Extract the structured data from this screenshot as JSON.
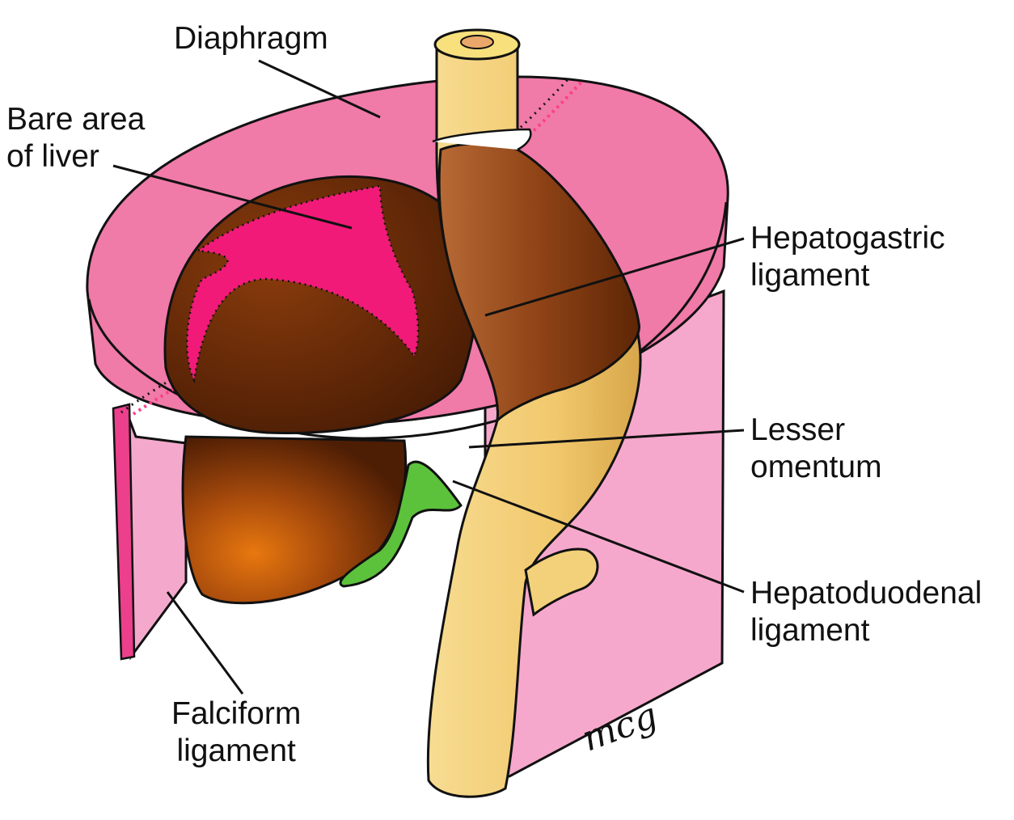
{
  "labels": {
    "diaphragm": "Diaphragm",
    "bare_area": [
      "Bare area",
      "of liver"
    ],
    "hepatogastric": [
      "Hepatogastric",
      "ligament"
    ],
    "lesser_omentum": [
      "Lesser",
      "omentum"
    ],
    "hepatoduodenal": [
      "Hepatoduodenal",
      "ligament"
    ],
    "falciform": [
      "Falciform",
      "ligament"
    ]
  },
  "signature": "mcg",
  "colors": {
    "diaphragm": "#f07aa8",
    "peritoneum": "#f6a8cc",
    "bare_area": "#f21a78",
    "liver": "#6b2a05",
    "liver_highlight": "#e0720f",
    "esophagus": "#f3d07a",
    "stomach": "#9a4a1e",
    "bile_ducts": "#5cc23c",
    "outline": "#111111"
  }
}
